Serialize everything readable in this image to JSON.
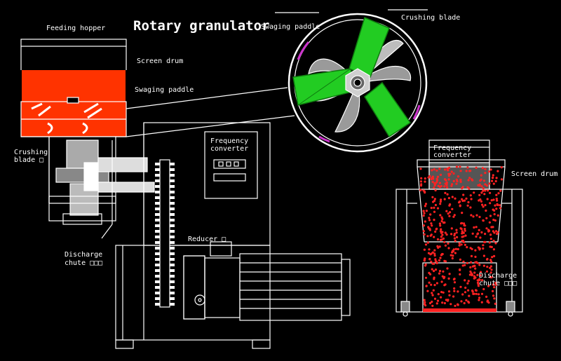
{
  "title": "Rotary granulator",
  "labels": {
    "feeding_hopper": "Feeding hopper",
    "screen_drum_left": "Screen drum",
    "swaging_paddle_left": "Swaging paddle",
    "swaging_paddle_top": "Swaging paddle",
    "crushing_blade_top": "Crushing blade",
    "crushing_blade_left_1": "Crushing",
    "crushing_blade_left_2": "blade □",
    "freq_converter_mid_1": "Frequency",
    "freq_converter_mid_2": "converter",
    "reducer": "Reducer □",
    "discharge_left_1": "Discharge",
    "discharge_left_2": "chute □□□",
    "freq_converter_right_1": "Frequency",
    "freq_converter_right_2": "converter",
    "screen_drum_right": "Screen drum",
    "discharge_right_1": "Discharge",
    "discharge_right_2": "chute □□□"
  },
  "colors": {
    "line": "#ffffff",
    "material": "#ff3300",
    "paddle": "#22cc22",
    "paddle_dark": "#0f7a0f",
    "blade_grey": "#9a9a9a",
    "accent_magenta": "#cc33cc",
    "granule": "#ff2222"
  }
}
